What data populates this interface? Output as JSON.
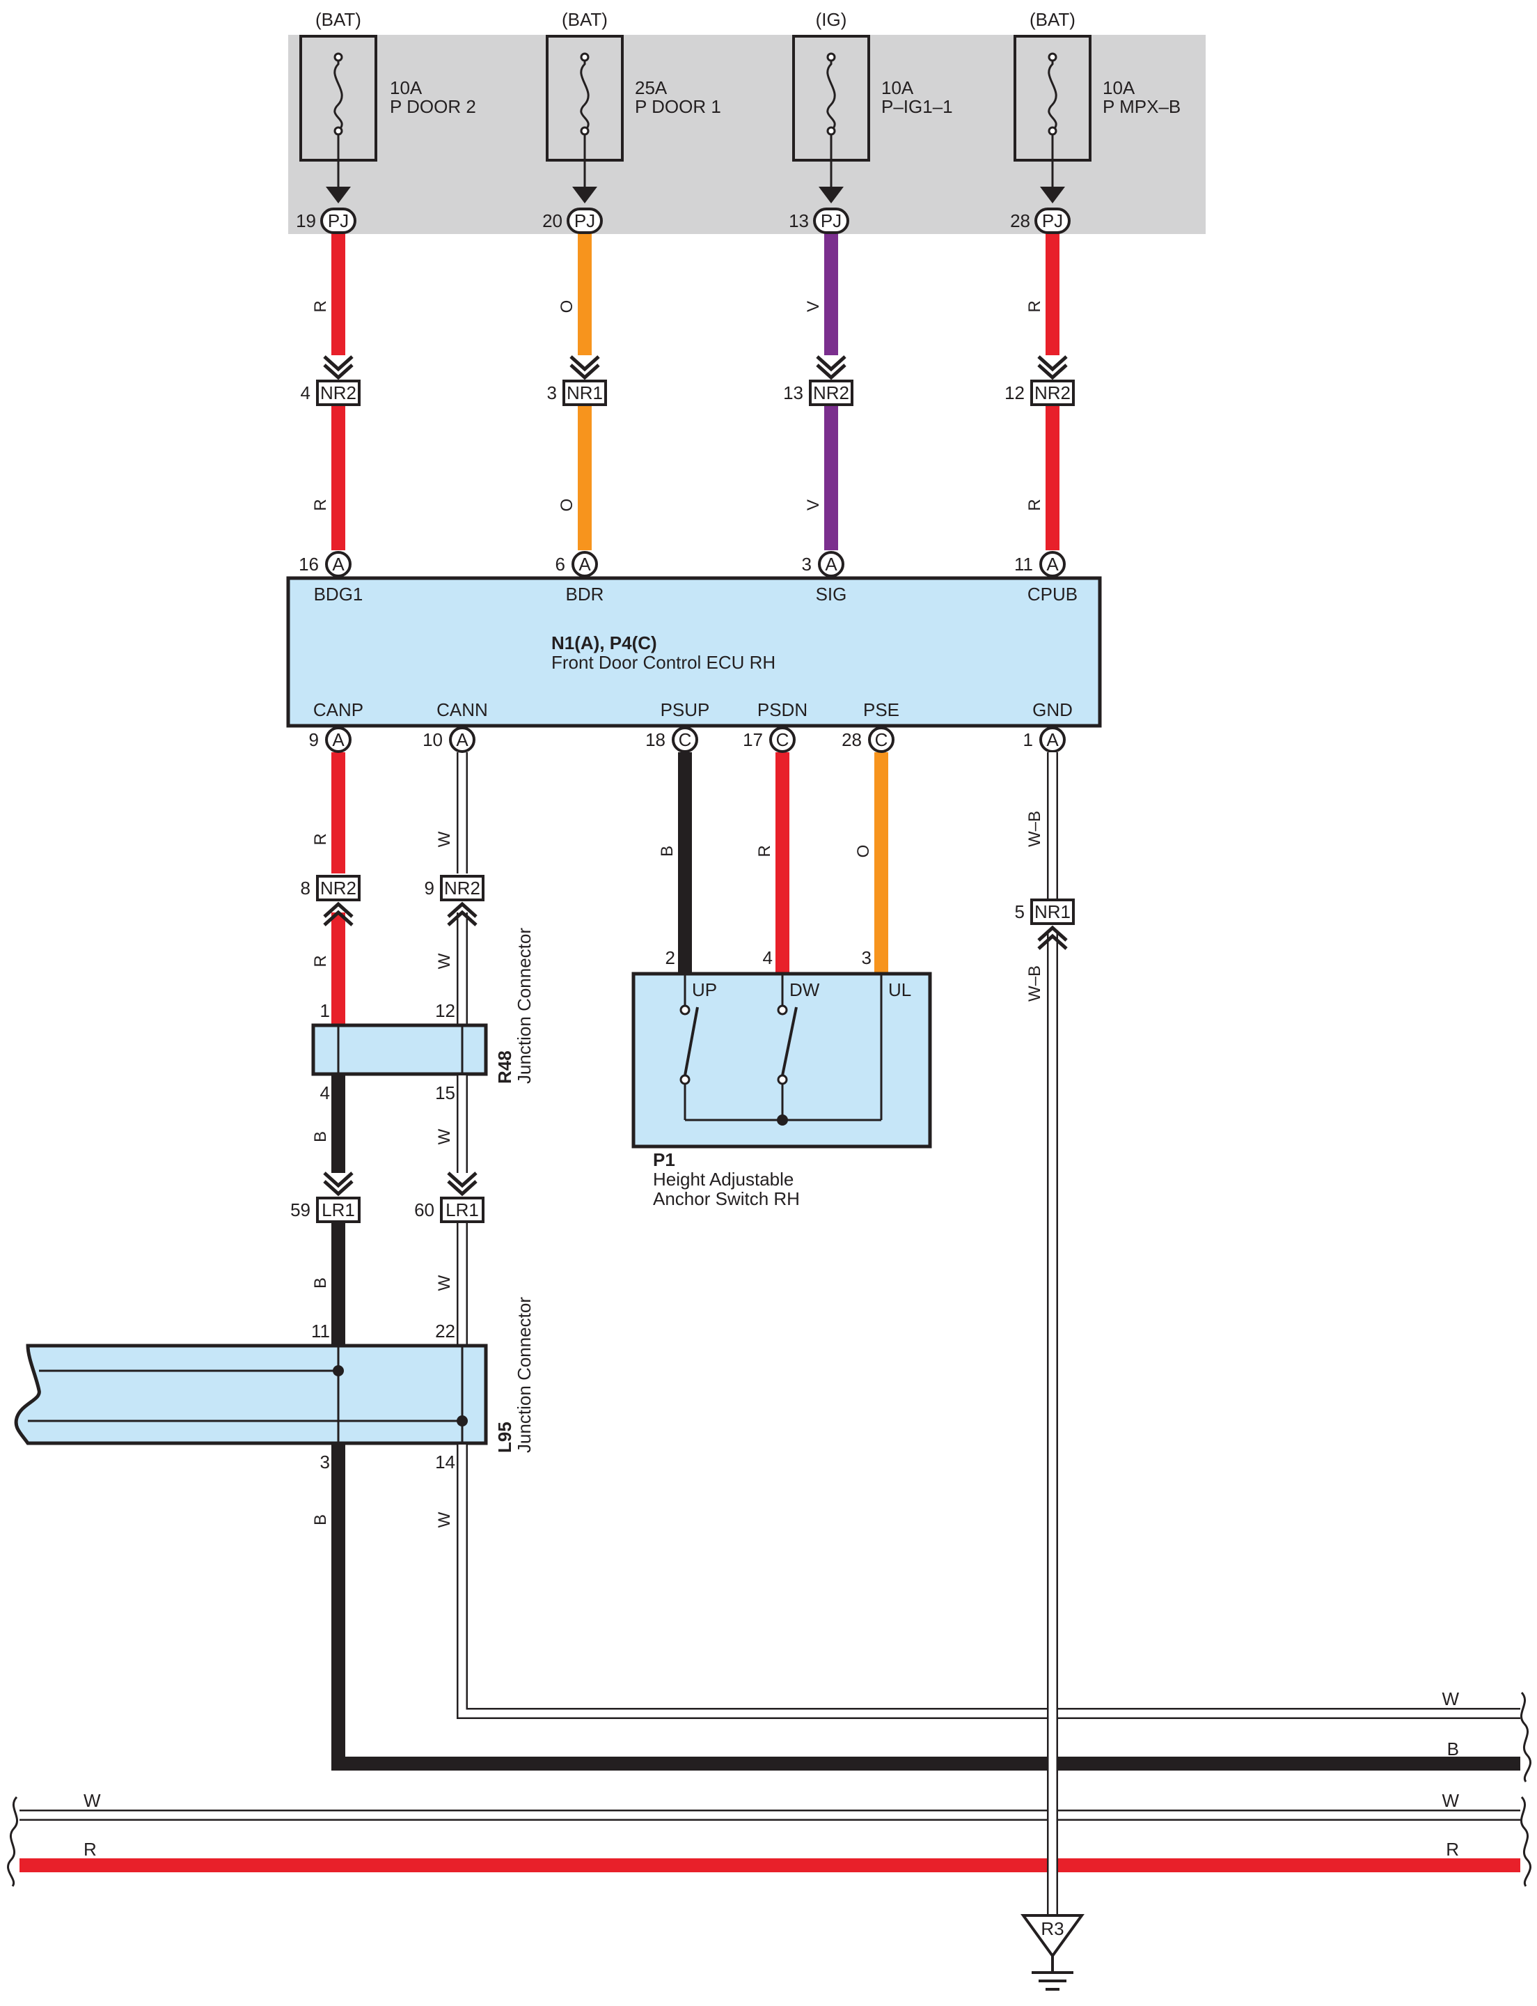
{
  "fuses": [
    {
      "source": "(BAT)",
      "rating": "10A",
      "name": "P DOOR 2",
      "pin": "19",
      "conn": "PJ"
    },
    {
      "source": "(BAT)",
      "rating": "25A",
      "name": "P DOOR 1",
      "pin": "20",
      "conn": "PJ"
    },
    {
      "source": "(IG)",
      "rating": "10A",
      "name": "P–IG1–1",
      "pin": "13",
      "conn": "PJ"
    },
    {
      "source": "(BAT)",
      "rating": "10A",
      "name": "P MPX–B",
      "pin": "28",
      "conn": "PJ"
    }
  ],
  "upper_wires": [
    {
      "color": "R",
      "hex": "#e8202a",
      "nr_pin": "4",
      "nr_conn": "NR2",
      "lower_color": "R",
      "ecu_pin": "16",
      "ecu_conn": "A",
      "ecu_label": "BDG1"
    },
    {
      "color": "O",
      "hex": "#f7941d",
      "nr_pin": "3",
      "nr_conn": "NR1",
      "lower_color": "O",
      "ecu_pin": "6",
      "ecu_conn": "A",
      "ecu_label": "BDR"
    },
    {
      "color": "V",
      "hex": "#7b2f8e",
      "nr_pin": "13",
      "nr_conn": "NR2",
      "lower_color": "V",
      "ecu_pin": "3",
      "ecu_conn": "A",
      "ecu_label": "SIG"
    },
    {
      "color": "R",
      "hex": "#e8202a",
      "nr_pin": "12",
      "nr_conn": "NR2",
      "lower_color": "R",
      "ecu_pin": "11",
      "ecu_conn": "A",
      "ecu_label": "CPUB"
    }
  ],
  "ecu": {
    "code": "N1(A), P4(C)",
    "name": "Front Door Control ECU RH",
    "bottom_pins": [
      {
        "label": "CANP",
        "pin": "9",
        "conn": "A"
      },
      {
        "label": "CANN",
        "pin": "10",
        "conn": "A"
      },
      {
        "label": "PSUP",
        "pin": "18",
        "conn": "C"
      },
      {
        "label": "PSDN",
        "pin": "17",
        "conn": "C"
      },
      {
        "label": "PSE",
        "pin": "28",
        "conn": "C"
      },
      {
        "label": "GND",
        "pin": "1",
        "conn": "A"
      }
    ]
  },
  "can_wires": {
    "canp_color": "R",
    "cann_color": "W",
    "nr_canp": {
      "pin": "8",
      "conn": "NR2"
    },
    "nr_cann": {
      "pin": "9",
      "conn": "NR2"
    },
    "below_nr_canp": "R",
    "below_nr_cann": "W",
    "r48_pin_in_1": "1",
    "r48_pin_in_2": "12",
    "r48_pin_out_1": "4",
    "r48_pin_out_2": "15",
    "below_r48_1": "B",
    "below_r48_2": "W",
    "lr_1": {
      "pin": "59",
      "conn": "LR1"
    },
    "lr_2": {
      "pin": "60",
      "conn": "LR1"
    },
    "below_lr_1": "B",
    "below_lr_2": "W",
    "l95_pin_in_1": "11",
    "l95_pin_in_2": "22",
    "l95_pin_out_1": "3",
    "l95_pin_out_2": "14",
    "below_l95_1": "B",
    "below_l95_2": "W"
  },
  "r48": {
    "code": "R48",
    "name": "Junction Connector"
  },
  "l95": {
    "code": "L95",
    "name": "Junction Connector"
  },
  "switch": {
    "code": "P1",
    "name_line1": "Height Adjustable",
    "name_line2": "Anchor Switch RH",
    "terms": [
      {
        "pin": "2",
        "label": "UP",
        "wire": "B"
      },
      {
        "pin": "4",
        "label": "DW",
        "wire": "R"
      },
      {
        "pin": "3",
        "label": "UL",
        "wire": "O"
      }
    ]
  },
  "ground": {
    "wire_upper": "W–B",
    "nr": {
      "pin": "5",
      "conn": "NR1"
    },
    "wire_lower": "W–B",
    "point": "R3"
  },
  "bus": [
    {
      "label_left": "",
      "label_right": "W"
    },
    {
      "label_left": "",
      "label_right": "B"
    },
    {
      "label_left": "W",
      "label_right": "W"
    },
    {
      "label_left": "R",
      "label_right": "R"
    }
  ],
  "colors": {
    "red": "#e8202a",
    "orange": "#f7941d",
    "violet": "#7b2f8e",
    "black": "#231f20",
    "ecu_fill": "#c6e6f8",
    "fuse_panel": "#d3d3d4"
  }
}
